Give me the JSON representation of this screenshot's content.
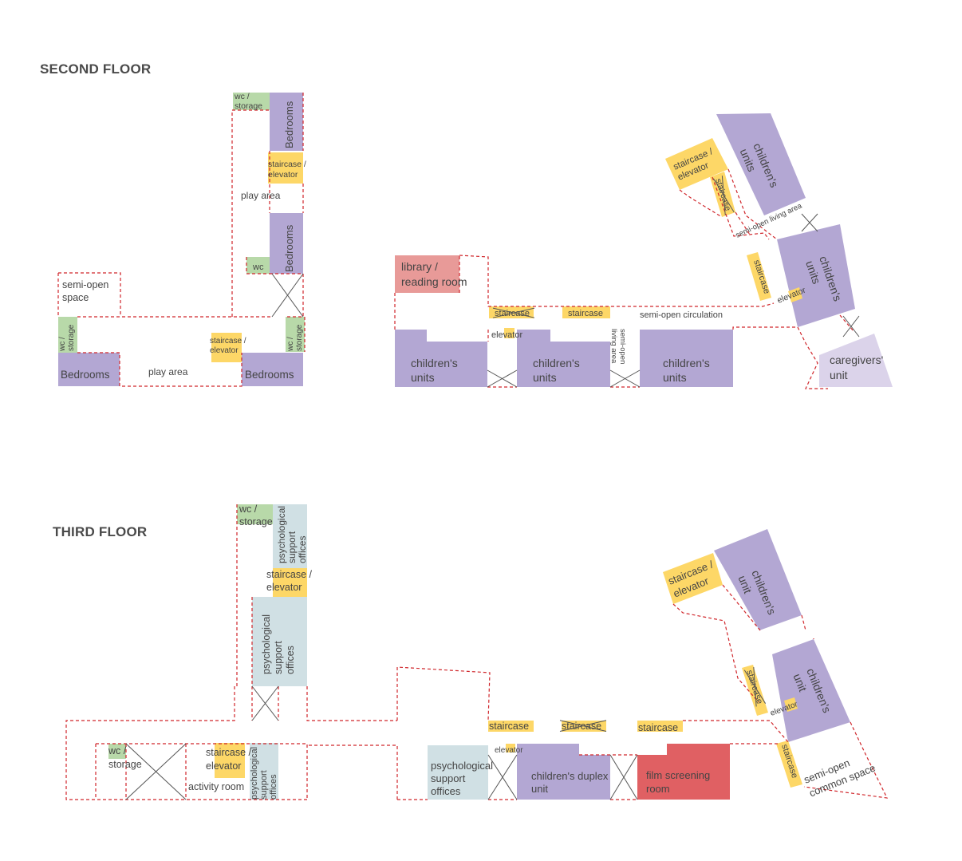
{
  "floors": [
    {
      "title": "SECOND FLOOR"
    },
    {
      "title": "THIRD FLOOR"
    }
  ],
  "labels": {
    "wc_storage": "wc / storage",
    "wc": "wc",
    "bedrooms": "Bedrooms",
    "staircase_elevator": "staircase / elevator",
    "play_area": "play area",
    "semi_open_space": "semi-open space",
    "library": "library / reading room",
    "childrens_units": "children's units",
    "childrens_unit": "children's unit",
    "staircase": "staircase",
    "elevator": "elevator",
    "semi_open_circulation": "semi-open circulation",
    "semi_open_living_area": "semi-open living area",
    "caregivers_unit": "caregivers' unit",
    "psych_offices": "psychological support offices",
    "activity_room": "activity room",
    "duplex": "children's duplex unit",
    "film": "film screening room",
    "common_space": "semi-open common space"
  },
  "colors": {
    "bedroom": "#b3a7d3",
    "wc": "#b8d9a9",
    "staircase": "#fdd767",
    "library": "#e89a98",
    "office": "#d0e0e4",
    "caregiver": "#dbd3ea",
    "film": "#e06063",
    "outline": "#d0262b"
  }
}
